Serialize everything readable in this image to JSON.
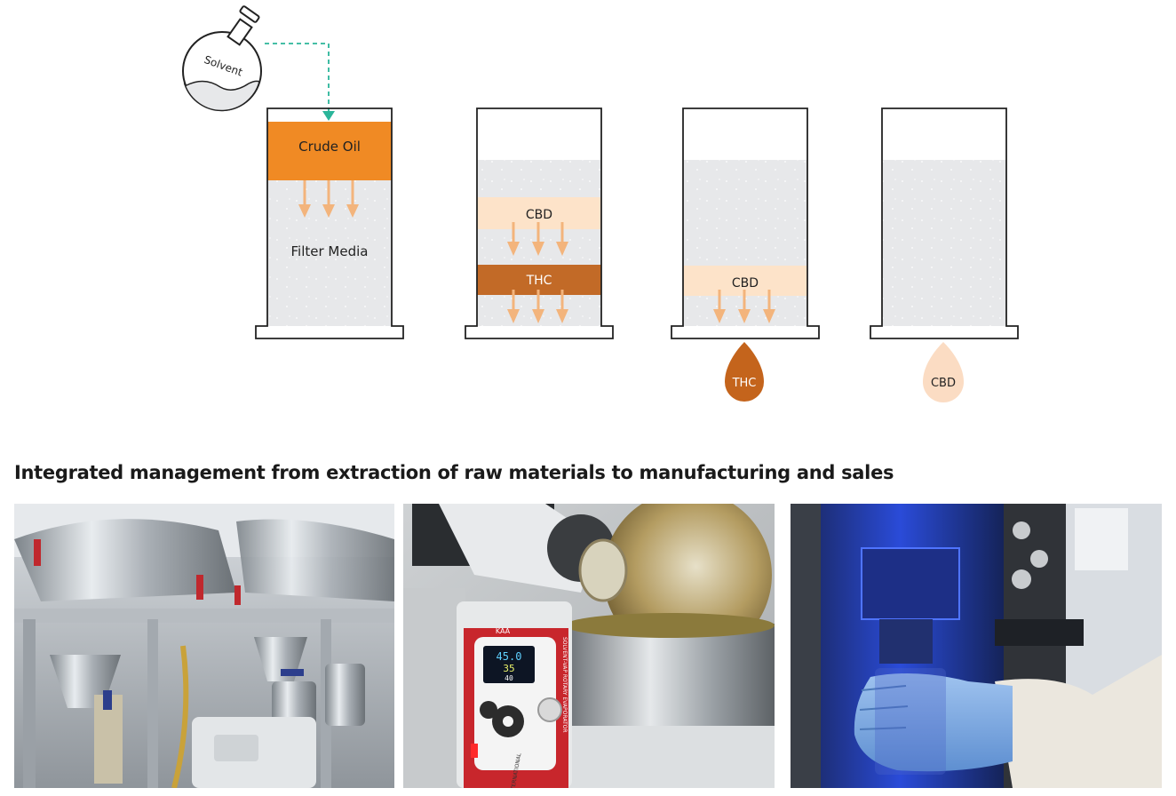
{
  "diagram": {
    "flask_label": "Solvent",
    "stage1": {
      "band_label": "Crude Oil",
      "media_label": "Filter Media"
    },
    "stage2": {
      "band_upper_label": "CBD",
      "band_lower_label": "THC"
    },
    "stage3": {
      "band_label": "CBD",
      "drop_label": "THC"
    },
    "stage4": {
      "drop_label": "CBD"
    }
  },
  "section": {
    "heading": "Integrated management from extraction of raw materials to manufacturing and sales"
  },
  "photos": {
    "evaporator_display": {
      "line1": "45.0",
      "line2": "35",
      "line3": "40"
    },
    "evaporator_brand_top": "KAA",
    "evaporator_side_label": "SOLVENT-VAP ROTARY EVAPORATOR",
    "evaporator_brand_bottom": "ACROSS INTERNATIONAL"
  },
  "colors": {
    "column_outline": "#222222",
    "filter_media": "#e7e8ea",
    "crude_oil": "#f08a24",
    "cbd": "#fde3c9",
    "thc": "#c26a27",
    "arrow": "#f3b47c",
    "solvent_line": "#2bb59a",
    "drop_thc": "#c4641c",
    "drop_cbd": "#fbdcc3"
  }
}
